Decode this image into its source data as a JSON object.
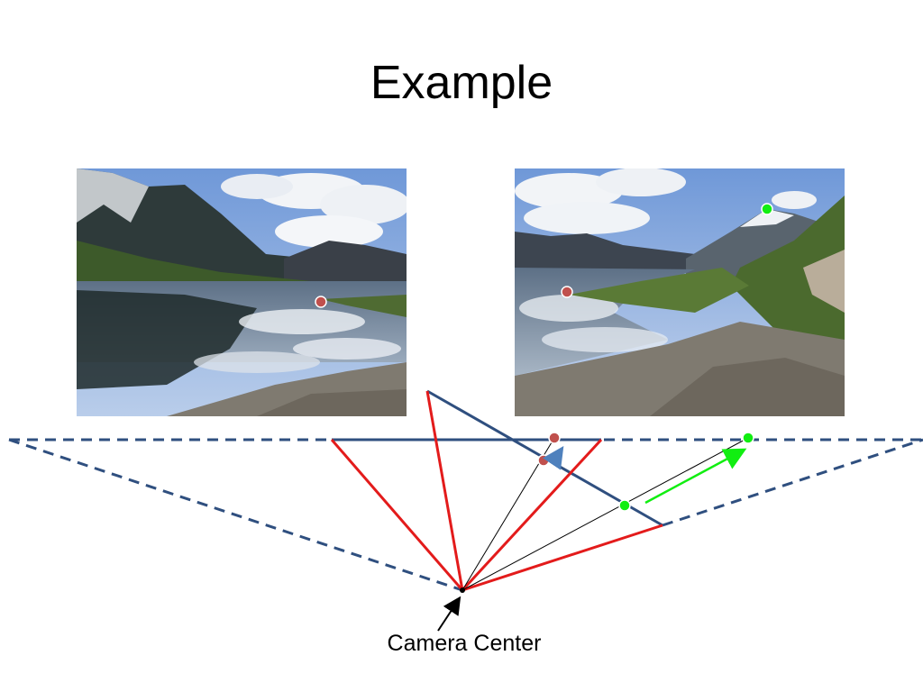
{
  "slide": {
    "title": "Example",
    "caption": "Camera Center"
  },
  "colors": {
    "frustum": "#e31b1b",
    "image_plane": "#2f4f7f",
    "point_marker": "#c0504d",
    "point_marker_green": "#11ee11",
    "arrow_blue": "#4f81bd"
  },
  "photos": {
    "left": {
      "description_icon": "lake-mountain-photo"
    },
    "right": {
      "description_icon": "lake-mountain-road-photo"
    }
  }
}
